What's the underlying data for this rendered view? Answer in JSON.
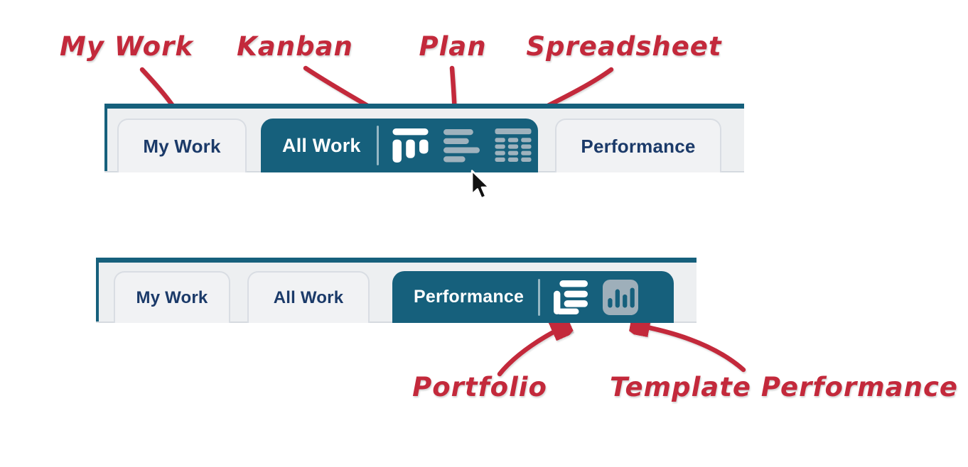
{
  "annotations": {
    "color": "#C3293B",
    "top_labels": [
      {
        "text": "My Work"
      },
      {
        "text": "Kanban"
      },
      {
        "text": "Plan"
      },
      {
        "text": "Spreadsheet"
      }
    ],
    "bottom_labels": [
      {
        "text": "Portfolio"
      },
      {
        "text": "Template Performance"
      }
    ]
  },
  "colors": {
    "teal": "#16607C",
    "annotation_red": "#C3293B",
    "tab_text_navy": "#1B3A69",
    "inactive_tab_bg": "#F1F2F4",
    "tab_border": "#D9DDE3",
    "bar_bg": "#EDEFF1",
    "bar_bottom_border": "#D5DADF",
    "icon_gray": "#9FB2BD",
    "icon_square_gray": "#9EAFBA",
    "active_icon_white": "#FFFFFF"
  },
  "tabbar_top": {
    "tabs": [
      {
        "label": "My Work",
        "active": false
      },
      {
        "label": "All Work",
        "active": true
      },
      {
        "label": "Performance",
        "active": false
      }
    ],
    "view_icons": [
      {
        "name": "kanban",
        "state": "selected"
      },
      {
        "name": "plan",
        "state": "unselected"
      },
      {
        "name": "spreadsheet",
        "state": "unselected"
      }
    ]
  },
  "tabbar_bottom": {
    "tabs": [
      {
        "label": "My Work",
        "active": false
      },
      {
        "label": "All Work",
        "active": false
      },
      {
        "label": "Performance",
        "active": true
      }
    ],
    "view_icons": [
      {
        "name": "portfolio",
        "state": "selected"
      },
      {
        "name": "template-performance",
        "state": "unselected"
      }
    ]
  }
}
